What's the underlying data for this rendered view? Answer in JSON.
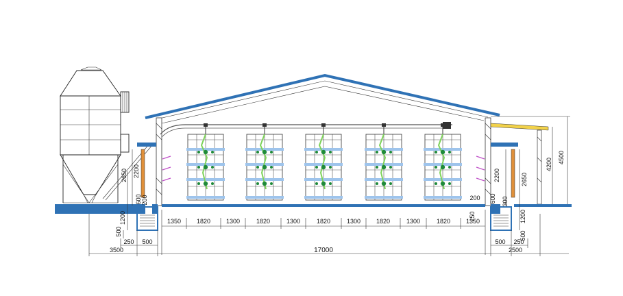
{
  "colors": {
    "roof": "#2f72b5",
    "floor": "#2f72b5",
    "cage_tier": "#9ec4ec",
    "cage_frame": "#333333",
    "drinker_line": "#7ed35a",
    "drinker_cup": "#1f8a3a",
    "feed_pipe": "#555555",
    "column": "#e0903a",
    "canopy": "#f2d24a",
    "inlet": "#c050c8",
    "water": "#2f72b5"
  },
  "dimensions": {
    "bottom_row": {
      "end_left": "1350",
      "cage1": "1820",
      "aisle1": "1300",
      "cage2": "1820",
      "aisle2": "1300",
      "cage3": "1820",
      "aisle3": "1300",
      "cage4": "1820",
      "aisle4": "1300",
      "cage5": "1820",
      "end_right": "1350"
    },
    "overall_width": "17000",
    "left_outer": "3500",
    "left_250": "250",
    "left_500_bottom": "500",
    "left_500_vertical": "500",
    "left_1200": "1200",
    "left_600": "600",
    "left_200_vertical": "200",
    "left_2200": "2200",
    "left_2650": "2650",
    "right_200": "200",
    "right_250_vertical": "250",
    "right_600": "600",
    "right_300": "300",
    "right_1200": "1200",
    "right_500_vertical": "500",
    "right_500_bottom": "500",
    "right_250_bottom": "250",
    "right_outer": "2500",
    "right_2200": "2200",
    "right_2650": "2650",
    "right_4200": "4200",
    "right_4500": "4500"
  }
}
